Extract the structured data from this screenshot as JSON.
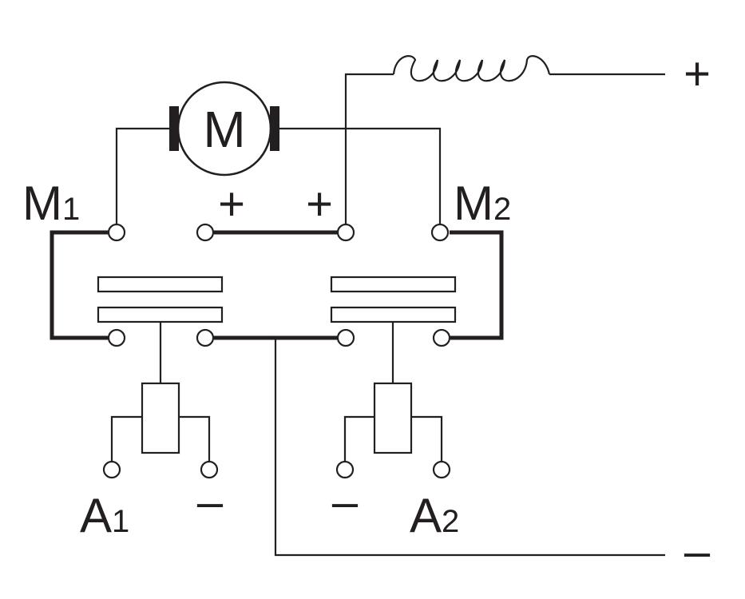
{
  "diagram": {
    "motor_label": "M",
    "labels": {
      "m1_main": "M",
      "m1_sub": "1",
      "m2_main": "M",
      "m2_sub": "2",
      "a1_main": "A",
      "a1_sub": "1",
      "a2_main": "A",
      "a2_sub": "2",
      "plus_left": "+",
      "plus_right": "+",
      "minus_a1": "–",
      "minus_a2": "–",
      "supply_plus": "+",
      "supply_minus": "–"
    },
    "colors": {
      "ink": "#231f20",
      "background": "#ffffff"
    }
  }
}
